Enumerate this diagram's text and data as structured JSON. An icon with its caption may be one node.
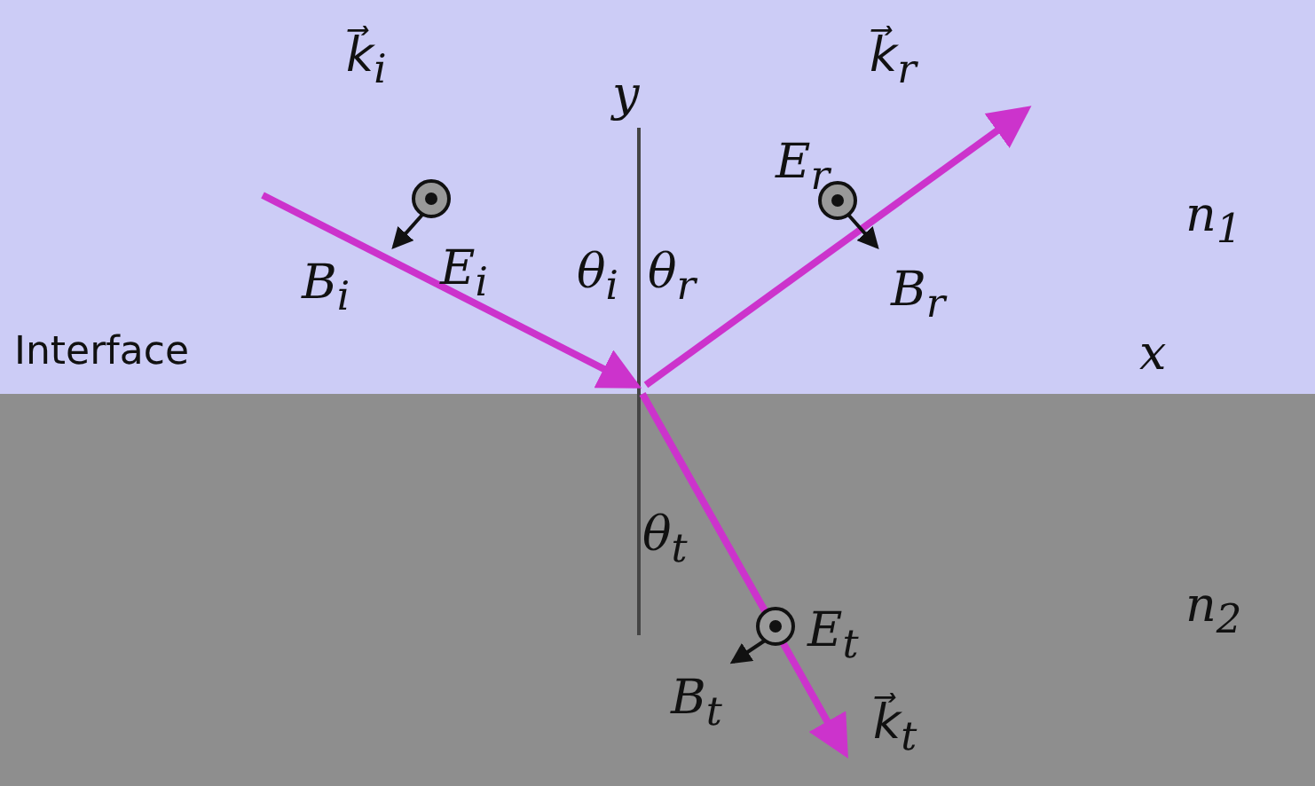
{
  "diagram": {
    "labels": [
      "k⃗$_{i}$",
      "y",
      "k⃗$_{r}$",
      "E$_{i}$",
      "E$_{r}$",
      "n$_{1}$",
      "B$_{i}$",
      "θ$_{i}$",
      "θ$_{r}$",
      "B$_{r}$",
      "Interface",
      "x",
      "θ$_{t}$",
      "E$_{t}$",
      "n$_{2}$",
      "B$_{t}$",
      "k⃗$_{t}$"
    ]
  }
}
